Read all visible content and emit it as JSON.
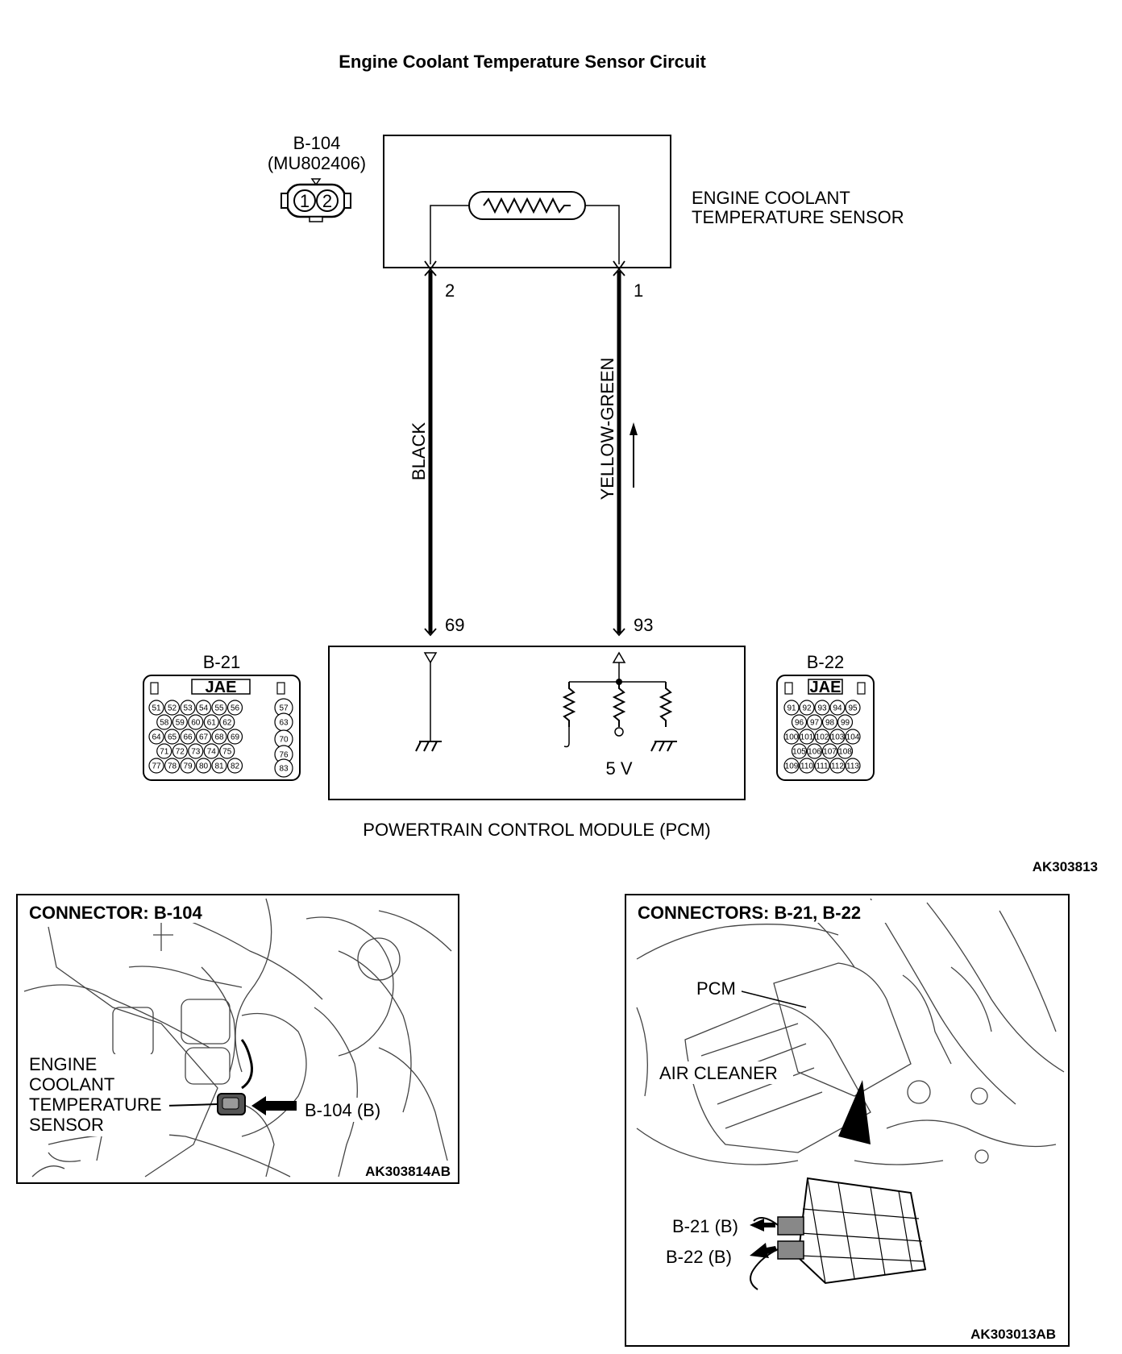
{
  "title": "Engine Coolant Temperature Sensor Circuit",
  "sensor": {
    "connector_id": "B-104",
    "connector_part": "(MU802406)",
    "pin_1": "1",
    "pin_2": "2",
    "label_line1": "ENGINE COOLANT",
    "label_line2": "TEMPERATURE SENSOR"
  },
  "wires": {
    "left_pin_top": "2",
    "right_pin_top": "1",
    "left_color": "BLACK",
    "right_color": "YELLOW-GREEN",
    "left_pin_bottom": "69",
    "right_pin_bottom": "93"
  },
  "pcm": {
    "label": "POWERTRAIN CONTROL MODULE (PCM)",
    "voltage": "5 V"
  },
  "connector_b21": {
    "id": "B-21",
    "maker": "JAE",
    "pin_rows": [
      [
        "51",
        "52",
        "53",
        "54",
        "55",
        "56"
      ],
      [
        "58",
        "59",
        "60",
        "61",
        "62"
      ],
      [
        "64",
        "65",
        "66",
        "67",
        "68",
        "69"
      ],
      [
        "71",
        "72",
        "73",
        "74",
        "75"
      ],
      [
        "77",
        "78",
        "79",
        "80",
        "81",
        "82"
      ]
    ],
    "side_pins": [
      "57",
      "63",
      "70",
      "76",
      "83"
    ]
  },
  "connector_b22": {
    "id": "B-22",
    "maker": "JAE",
    "pin_rows": [
      [
        "91",
        "92",
        "93",
        "94",
        "95"
      ],
      [
        "96",
        "97",
        "98",
        "99"
      ],
      [
        "100",
        "101",
        "102",
        "103",
        "104"
      ],
      [
        "105",
        "106",
        "107",
        "108"
      ],
      [
        "109",
        "110",
        "111",
        "112",
        "113"
      ]
    ]
  },
  "figure_code_main": "AK303813",
  "photo_left": {
    "heading": "CONNECTOR: B-104",
    "label_line1": "ENGINE",
    "label_line2": "COOLANT",
    "label_line3": "TEMPERATURE",
    "label_line4": "SENSOR",
    "pointer": "B-104 (B)",
    "code": "AK303814AB"
  },
  "photo_right": {
    "heading": "CONNECTORS: B-21, B-22",
    "label_pcm": "PCM",
    "label_air": "AIR CLEANER",
    "pointer_1": "B-21 (B)",
    "pointer_2": "B-22 (B)",
    "code": "AK303013AB"
  }
}
